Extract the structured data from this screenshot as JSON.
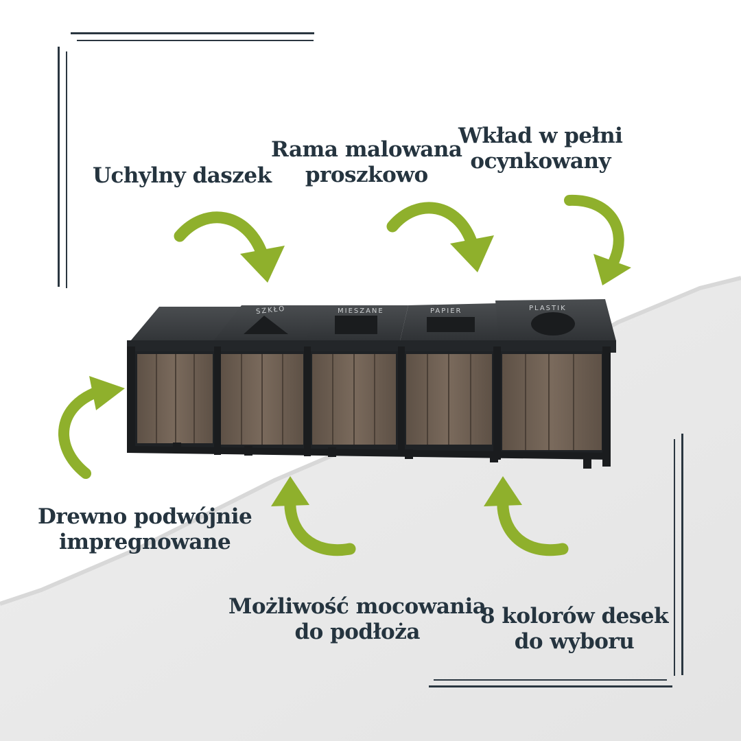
{
  "features": {
    "roof": "Uchylny daszek",
    "frame": [
      "Rama malowana",
      "proszkowo"
    ],
    "insert": [
      "Wkład w pełni",
      "ocynkowany"
    ],
    "wood": [
      "Drewno podwójnie",
      "impregnowane"
    ],
    "mounting": [
      "Możliwość mocowania",
      "do podłoża"
    ],
    "colors": [
      "8 kolorów desek",
      "do wyboru"
    ]
  },
  "bin_labels": [
    "SZKŁO",
    "MIESZANE",
    "PAPIER",
    "PLASTIK"
  ],
  "colors": {
    "text": "#25343f",
    "arrow": "#8fb02c",
    "frame": "#2a3640",
    "lid": "#3b3e41",
    "wood": "#6b5c50"
  }
}
